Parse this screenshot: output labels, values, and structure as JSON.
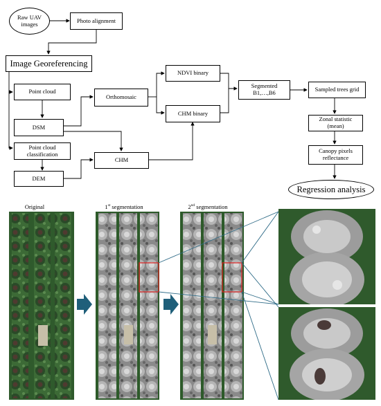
{
  "flowchart": {
    "raw_uav": "Raw UAV\nimages",
    "photo_alignment": "Photo alignment",
    "image_georef": "Image Georeferencing",
    "point_cloud": "Point cloud",
    "dsm": "DSM",
    "point_cloud_class": "Point cloud\nclassification",
    "dem": "DEM",
    "orthomosaic": "Orthomosaic",
    "chm": "CHM",
    "ndvi_binary": "NDVI binary",
    "chm_binary": "CHM binary",
    "segmented": "Segmented\nB1,…,B6",
    "sampled_grid": "Sampled trees grid",
    "zonal": "Zonal statistic\n(mean)",
    "canopy": "Canopy pixels\nreflectance",
    "regression": "Regression analysis"
  },
  "panels": {
    "original": "Original",
    "seg1_num": "1",
    "seg1_sup": "st",
    "seg1_text": " segmentation",
    "seg2_num": "2",
    "seg2_sup": "nd",
    "seg2_text": " segmentation"
  },
  "colors": {
    "arrow_fill": "#1f5f7a",
    "zoom_line": "#2e6b87",
    "highlight": "#e02020",
    "vegetation": "#2d5a2a"
  }
}
